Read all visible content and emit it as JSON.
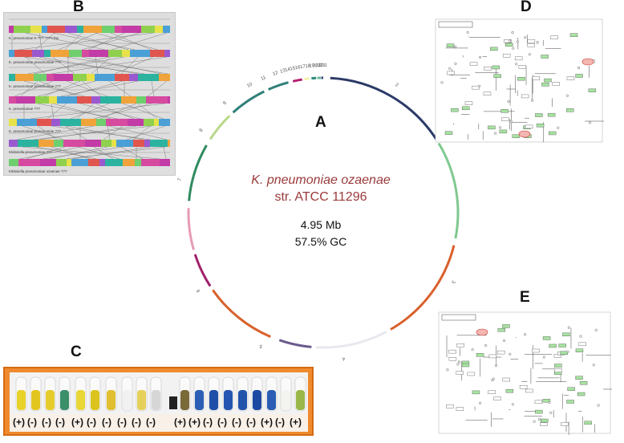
{
  "panels": {
    "A": "A",
    "B": "B",
    "C": "C",
    "D": "D",
    "E": "E"
  },
  "genome": {
    "organism": "K. pneumoniae ozaenae",
    "strain": "str. ATCC 11296",
    "size": "4.95 Mb",
    "gc": "57.5% GC"
  },
  "contig_labels": [
    "1",
    "2",
    "3",
    "4",
    "5",
    "6",
    "7",
    "8",
    "9",
    "10",
    "11",
    "12",
    "13",
    "14",
    "15",
    "16",
    "17",
    "18",
    "19",
    "20",
    "21",
    "22",
    "23"
  ],
  "contigs": [
    {
      "color": "#2b3a67"
    },
    {
      "color": "#7fc98f"
    },
    {
      "color": "#d9602c"
    },
    {
      "color": "#e8e8ee"
    },
    {
      "color": "#6b5a8c"
    },
    {
      "color": "#d9602c"
    },
    {
      "color": "#a0206a"
    },
    {
      "color": "#e69bb3"
    },
    {
      "color": "#2f8a5f"
    },
    {
      "color": "#b8d98a"
    },
    {
      "color": "#2f7f7a"
    },
    {
      "color": "#2f7f7a"
    },
    {
      "color": "#b51d6e"
    },
    {
      "color": "#f3f0a6"
    },
    {
      "color": "#2f8a7a"
    },
    {
      "color": "#6ab8a0"
    },
    {
      "color": "#333d70"
    }
  ],
  "panelB": {
    "track_labels": [
      "K. pneumoniae K-??? ????.fas",
      "K. pneumoniae pneumoniae ???",
      "K. pneumoniae pneumoniae ???",
      "K. pneumoniae ???",
      "K. pneumoniae pneumoniae ???",
      "Klebsiella pneumoniae ???",
      "Klebsiella pneumoniae ozaenae ???"
    ]
  },
  "panelC": {
    "signs": [
      "(+)",
      "(-)",
      "(-)",
      "(-)",
      "(+)",
      "(-)",
      "(-)",
      "(-)",
      "(-)",
      "(-)",
      "(+)",
      "(+)",
      "(-)",
      "(-)",
      "(-)",
      "(-)",
      "(+)",
      "(-)",
      "(+)"
    ]
  }
}
